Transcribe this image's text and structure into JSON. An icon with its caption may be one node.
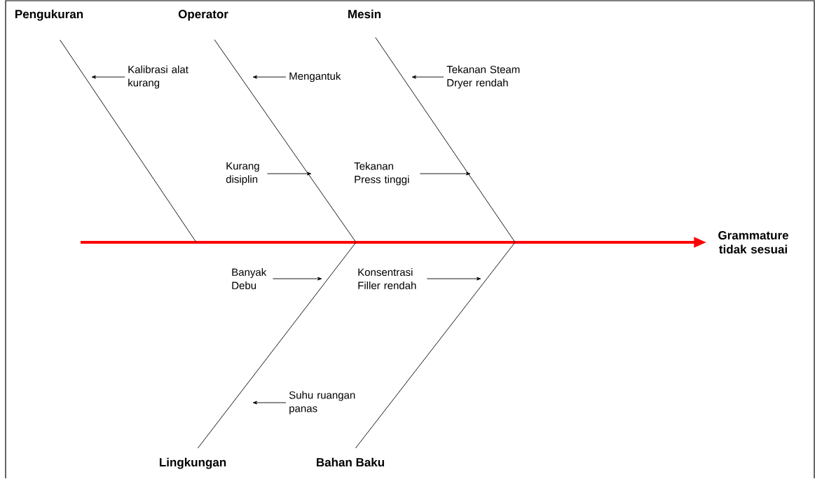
{
  "diagram": {
    "nodes": [
      {
        "text": [
          "Pengukuran"
        ]
      },
      {
        "text": [
          "Operator"
        ]
      },
      {
        "text": [
          "Mesin"
        ]
      },
      {
        "text": [
          "Lingkungan"
        ]
      },
      {
        "text": [
          "Bahan Baku"
        ]
      },
      {
        "text": [
          "Grammature tidak sesuai"
        ]
      },
      {
        "text": [
          "Kalibrasi alat kurang"
        ]
      },
      {
        "text": [
          "Mengantuk"
        ]
      },
      {
        "text": [
          "Tekanan Steam Dryer rendah"
        ]
      },
      {
        "text": [
          "Kurang disiplin"
        ]
      },
      {
        "text": [
          "Tekanan Press tinggi"
        ]
      },
      {
        "text": [
          "Banyak Debu"
        ]
      },
      {
        "text": [
          "Konsentrasi Filler rendah"
        ]
      },
      {
        "text": [
          "Suhu ruangan panas"
        ]
      }
    ],
    "edges": [
      {
        "from": null,
        "to": 5,
        "arrow": "to",
        "style": "thick",
        "color": "#ff0000"
      },
      {
        "from": 0,
        "to": null,
        "arrow": "none"
      },
      {
        "from": 1,
        "to": null,
        "arrow": "none"
      },
      {
        "from": 2,
        "to": null,
        "arrow": "none"
      },
      {
        "from": 3,
        "to": null,
        "arrow": "none"
      },
      {
        "from": 4,
        "to": null,
        "arrow": "none"
      },
      {
        "from": 6,
        "to": null,
        "arrow": "to"
      },
      {
        "from": 7,
        "to": null,
        "arrow": "to"
      },
      {
        "from": 8,
        "to": null,
        "arrow": "to"
      },
      {
        "from": 9,
        "to": null,
        "arrow": "to"
      },
      {
        "from": 10,
        "to": null,
        "arrow": "to"
      },
      {
        "from": 11,
        "to": null,
        "arrow": "to"
      },
      {
        "from": 12,
        "to": null,
        "arrow": "to"
      },
      {
        "from": 13,
        "to": null,
        "arrow": "to"
      }
    ]
  }
}
